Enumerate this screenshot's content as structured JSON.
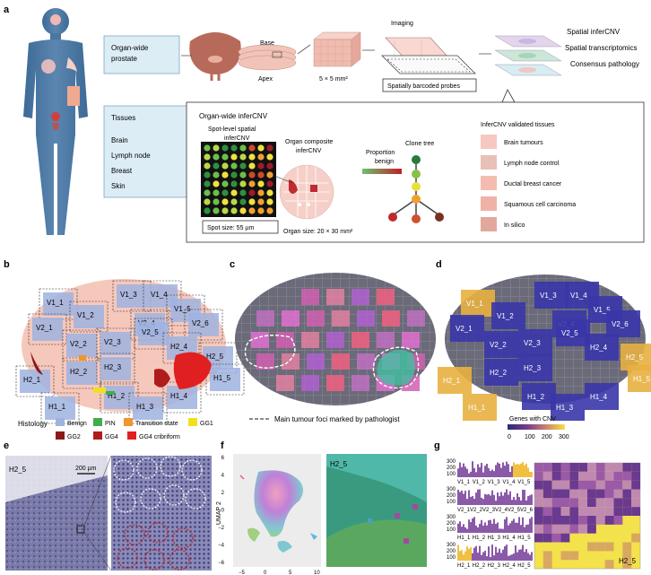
{
  "panel_labels": {
    "a": "a",
    "b": "b",
    "c": "c",
    "d": "d",
    "e": "e",
    "f": "f",
    "g": "g"
  },
  "panel_a": {
    "organ_wide_prostate": [
      "Organ-wide",
      "prostate"
    ],
    "tissues_title": "Tissues",
    "tissues": [
      "Brain",
      "Lymph node",
      "Breast",
      "Skin"
    ],
    "base": "Base",
    "apex": "Apex",
    "section_size": "5 × 5 mm²",
    "imaging": "Imaging",
    "barcoded_probes": "Spatially barcoded probes",
    "layers": [
      "Spatial inferCNV",
      "Spatial transcriptomics",
      "Consensus pathology"
    ],
    "organ_wide_infercnv": "Organ-wide inferCNV",
    "spot_level": [
      "Spot-level spatial",
      "inferCNV"
    ],
    "organ_composite": [
      "Organ composite",
      "inferCNV"
    ],
    "proportion_benign": [
      "Proportion",
      "benign"
    ],
    "clone_tree": "Clone tree",
    "spot_size": "Spot size: 55 µm",
    "organ_size": "Organ size: 20 × 30 mm²",
    "validated_title": "InferCNV validated tissues",
    "validated": [
      {
        "label": "Brain tumours",
        "color": "#f6c8c0"
      },
      {
        "label": "Lymph node control",
        "color": "#e8c0b8"
      },
      {
        "label": "Ductal breast cancer",
        "color": "#f4bcb0"
      },
      {
        "label": "Squamous cell carcinoma",
        "color": "#f0b2a6"
      },
      {
        "label": "In silico",
        "color": "#e2a89c"
      }
    ]
  },
  "panel_b": {
    "sections": [
      "V1_1",
      "V1_2",
      "V1_3",
      "V1_4",
      "V1_5",
      "V2_1",
      "V2_2",
      "V2_3",
      "V2_4",
      "V2_5",
      "V2_6",
      "H2_1",
      "H2_2",
      "H2_3",
      "H2_4",
      "H2_5",
      "H1_1",
      "H1_2",
      "H1_3",
      "H1_4",
      "H1_5"
    ],
    "legend_title": "Histology",
    "legend": [
      {
        "label": "Benign",
        "color": "#9fb3e0"
      },
      {
        "label": "PIN",
        "color": "#3fae49"
      },
      {
        "label": "Transition state",
        "color": "#f0962a"
      },
      {
        "label": "GG1",
        "color": "#f2e01c"
      },
      {
        "label": "GG2",
        "color": "#8b1a1a"
      },
      {
        "label": "GG4",
        "color": "#b01c1c"
      },
      {
        "label": "GG4 cribriform",
        "color": "#e02020"
      }
    ]
  },
  "panel_c": {
    "legend": "Main tumour foci marked by pathologist"
  },
  "panel_d": {
    "sections": [
      "V1_1",
      "V1_2",
      "V1_3",
      "V1_4",
      "V1_5",
      "V2_1",
      "V2_2",
      "V2_3",
      "V2_4",
      "V2_5",
      "V2_6",
      "H2_1",
      "H2_2",
      "H2_3",
      "H2_4",
      "H2_5",
      "H1_1",
      "H1_2",
      "H1_3",
      "H1_4",
      "H1_5"
    ],
    "colorbar_title": "Genes with CNV",
    "colorbar_ticks": [
      "0",
      "100",
      "200",
      "300"
    ]
  },
  "panel_e": {
    "section": "H2_5",
    "scale": "200 µm"
  },
  "panel_f": {
    "ylabel": "UMAP 2",
    "yticks": [
      "6",
      "4",
      "2",
      "0",
      "−2",
      "−4",
      "−6"
    ],
    "xticks": [
      "−5",
      "0",
      "5",
      "10"
    ],
    "section": "H2_5"
  },
  "panel_g": {
    "yticks": [
      "300",
      "200",
      "100"
    ],
    "rows": [
      [
        "V1_1",
        "V1_2",
        "V1_3",
        "V1_4",
        "V1_5"
      ],
      [
        "V2_1",
        "V2_2",
        "V2_3",
        "V2_4",
        "V2_5",
        "V2_6"
      ],
      [
        "H1_1",
        "H1_2",
        "H1_3",
        "H1_4",
        "H1_5"
      ],
      [
        "H2_1",
        "H2_2",
        "H2_3",
        "H2_4",
        "H2_5"
      ]
    ],
    "section": "H2_5"
  }
}
